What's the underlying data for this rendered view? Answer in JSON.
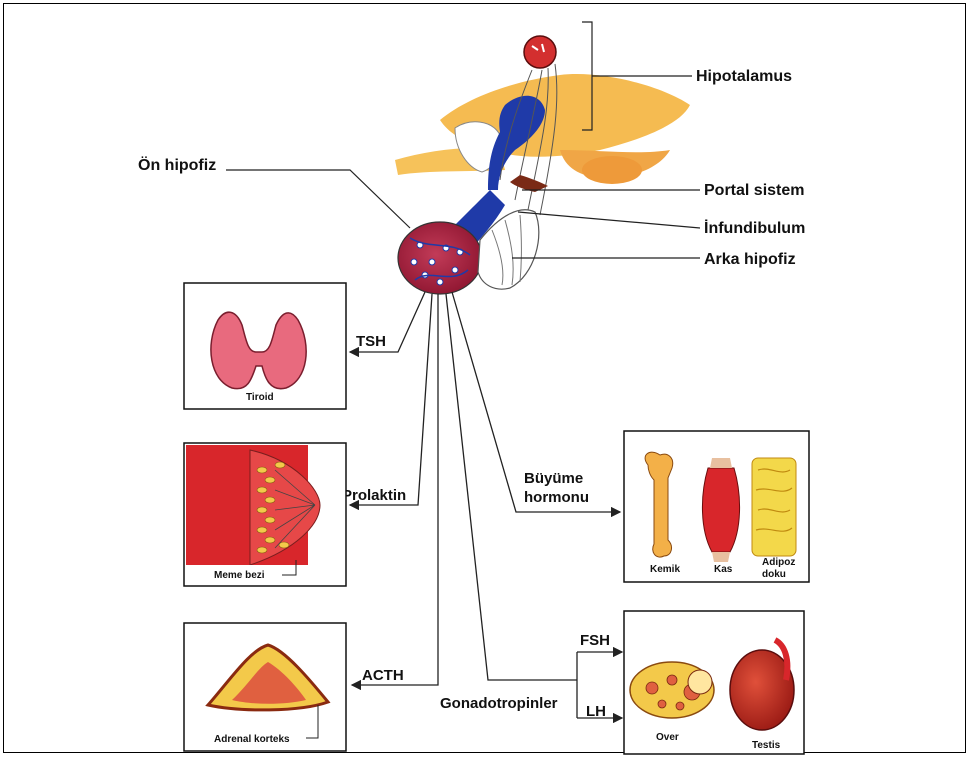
{
  "labels": {
    "hypothalamus": "Hipotalamus",
    "portal_system": "Portal sistem",
    "infundibulum": "İnfundibulum",
    "posterior_pituitary": "Arka hipofiz",
    "anterior_pituitary": "Ön hipofiz"
  },
  "hormones": {
    "tsh": "TSH",
    "prolactin": "Prolaktin",
    "acth": "ACTH",
    "growth_hormone_line1": "Büyüme",
    "growth_hormone_line2": "hormonu",
    "gonadotropins": "Gonadotropinler",
    "fsh": "FSH",
    "lh": "LH"
  },
  "targets": {
    "thyroid": "Tiroid",
    "mammary_gland": "Meme bezi",
    "adrenal_cortex": "Adrenal korteks",
    "bone": "Kemik",
    "muscle": "Kas",
    "adipose_line1": "Adipoz",
    "adipose_line2": "doku",
    "ovary": "Over",
    "testis": "Testis"
  },
  "colors": {
    "tissue_red": "#d8262b",
    "tissue_pink": "#e86a7e",
    "yellow": "#f3c94a",
    "blue": "#2a3fb0",
    "orange": "#f0a646"
  }
}
